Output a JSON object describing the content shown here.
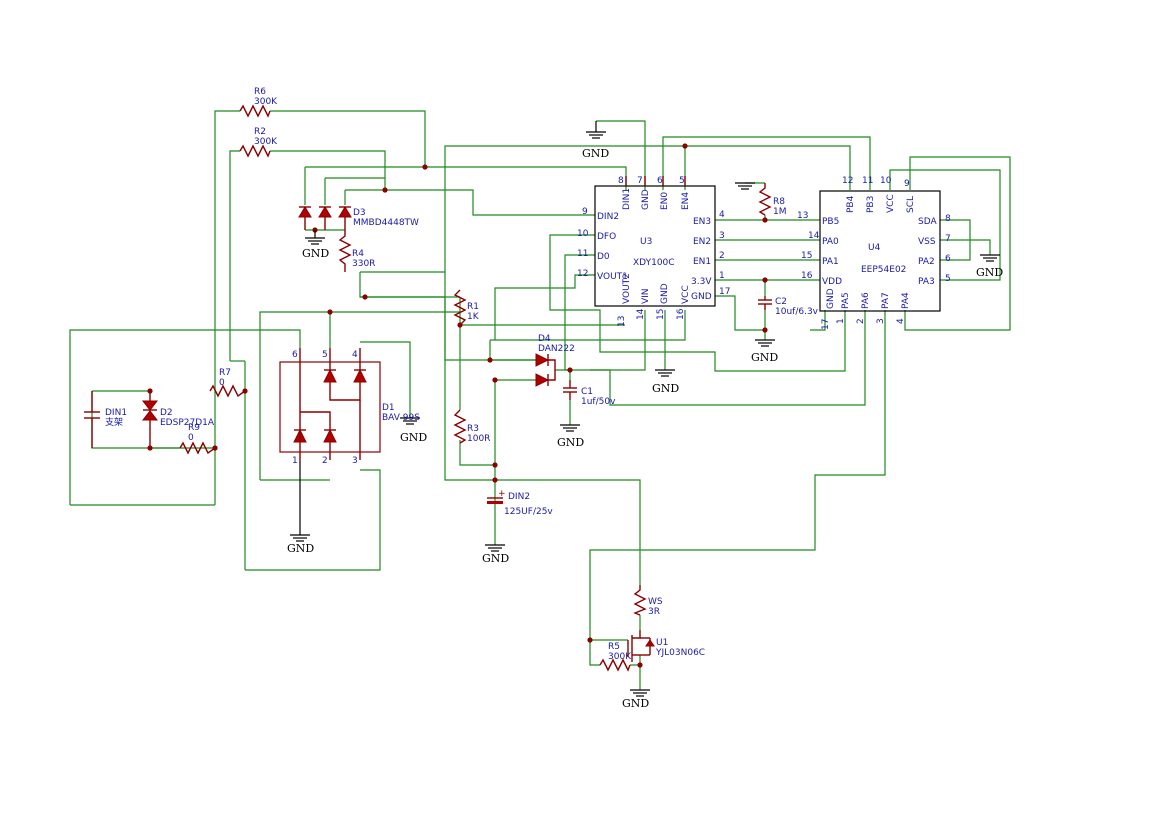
{
  "components": {
    "r6": {
      "ref": "R6",
      "value": "300K"
    },
    "r2": {
      "ref": "R2",
      "value": "300K"
    },
    "r7": {
      "ref": "R7",
      "value": "0"
    },
    "r9": {
      "ref": "R9",
      "value": "0"
    },
    "r4": {
      "ref": "R4",
      "value": "330R"
    },
    "r1": {
      "ref": "R1",
      "value": "1K"
    },
    "r3": {
      "ref": "R3",
      "value": "100R"
    },
    "r8": {
      "ref": "R8",
      "value": "1M"
    },
    "r5": {
      "ref": "R5",
      "value": "300K"
    },
    "ws": {
      "ref": "WS",
      "value": "3R"
    },
    "d3": {
      "ref": "D3",
      "value": "MMBD4448TW"
    },
    "d1": {
      "ref": "D1",
      "value": "BAV 99S"
    },
    "d2": {
      "ref": "D2",
      "value": "EDSP27D1A"
    },
    "d4": {
      "ref": "D4",
      "value": "DAN222"
    },
    "din1": {
      "ref": "DIN1",
      "value": "支架"
    },
    "din2": {
      "ref": "DIN2",
      "value": "125UF/25v"
    },
    "c1": {
      "ref": "C1",
      "value": "1uf/50v"
    },
    "c2": {
      "ref": "C2",
      "value": "10uf/6.3v"
    },
    "u1": {
      "ref": "U1",
      "value": "YJL03N06C"
    },
    "u3": {
      "ref": "U3",
      "value": "XDY100C"
    },
    "u4": {
      "ref": "U4",
      "value": "EEP54E02"
    }
  },
  "gnd_label": "GND",
  "u3_pins": {
    "din1": "DIN1",
    "gnd": "GND",
    "en0": "EN0",
    "en4": "EN4",
    "din2": "DIN2",
    "dfo": "DFO",
    "d0": "D0",
    "vout1": "VOUT1",
    "en3": "EN3",
    "en2": "EN2",
    "en1": "EN1",
    "v33": "3.3V",
    "gnd2": "GND",
    "vout2": "VOUT2",
    "vin": "VIN",
    "gnd3": "GND",
    "vcc": "VCC"
  },
  "u3_pin_numbers": {
    "din1": "8",
    "gnd": "7",
    "en0": "6",
    "en4": "5",
    "din2": "9",
    "dfo": "10",
    "d0": "11",
    "vout1": "12",
    "en3": "4",
    "en2": "3",
    "en1": "2",
    "v33": "1",
    "gnd2": "17",
    "vout2": "13",
    "vin": "14",
    "gnd3": "15",
    "vcc": "16"
  },
  "u4_pins": {
    "pb4": "PB4",
    "pb3": "PB3",
    "vcc": "VCC",
    "scl": "SCL",
    "pb5": "PB5",
    "pa0": "PA0",
    "pa1": "PA1",
    "vdd": "VDD",
    "sda": "SDA",
    "vss": "VSS",
    "pa2": "PA2",
    "pa3": "PA3",
    "gnd": "GND",
    "pa5": "PA5",
    "pa6": "PA6",
    "pa7": "PA7",
    "pa4": "PA4"
  },
  "u4_pin_numbers": {
    "pb4": "12",
    "pb3": "11",
    "vcc": "10",
    "scl": "9",
    "pb5": "13",
    "pa0": "14",
    "pa1": "15",
    "vdd": "16",
    "sda": "8",
    "vss": "7",
    "pa2": "6",
    "pa3": "5",
    "gnd": "17",
    "pa5": "1",
    "pa6": "2",
    "pa7": "3",
    "pa4": "4"
  },
  "d1_pin_numbers": {
    "p6": "6",
    "p5": "5",
    "p4": "4",
    "p1": "1",
    "p2": "2",
    "p3": "3"
  },
  "colors": {
    "wire": "#1e8a1e",
    "part": "#8b0000",
    "label": "#1a1aa8",
    "ground": "#000000"
  }
}
